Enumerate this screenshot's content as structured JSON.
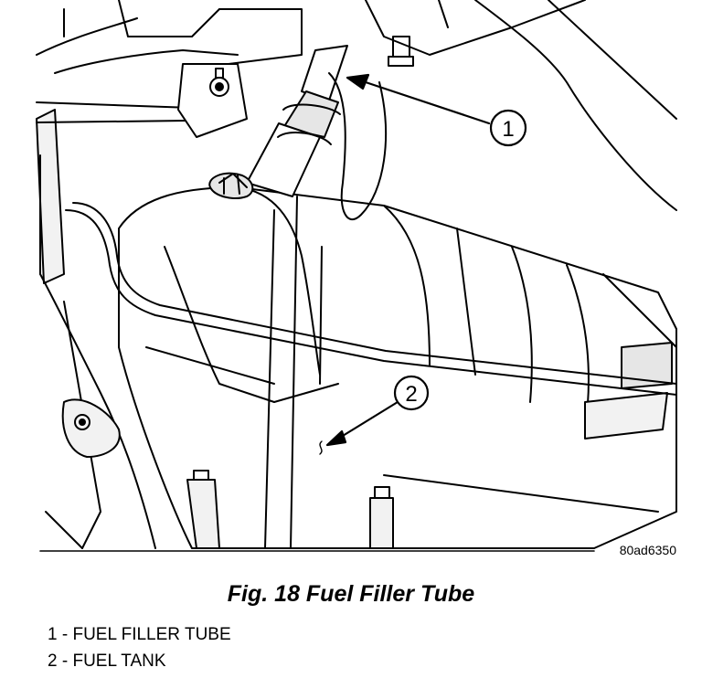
{
  "figure": {
    "caption": "Fig. 18 Fuel Filler Tube",
    "code": "80ad6350",
    "callouts": [
      {
        "number": "1",
        "label": "FUEL FILLER TUBE"
      },
      {
        "number": "2",
        "label": "FUEL TANK"
      }
    ],
    "legend": [
      {
        "number": "1",
        "separator": " - ",
        "label": "FUEL FILLER TUBE"
      },
      {
        "number": "2",
        "separator": " - ",
        "label": "FUEL TANK"
      }
    ]
  },
  "colors": {
    "line": "#000000",
    "background": "#ffffff",
    "shade": "#e6e6e6"
  }
}
